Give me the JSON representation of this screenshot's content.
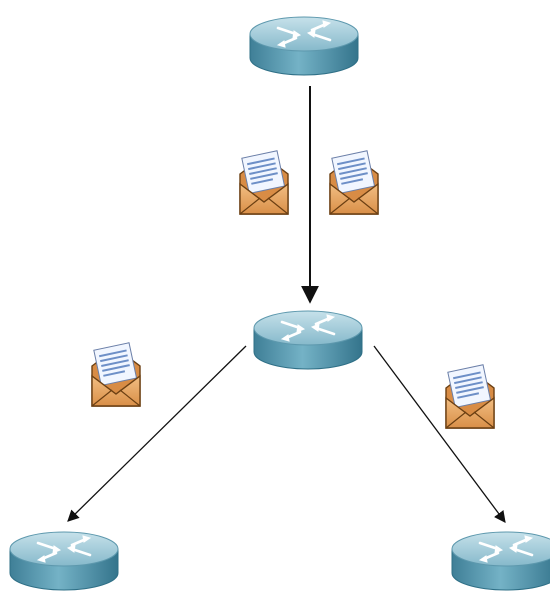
{
  "diagram": {
    "type": "network-packet-flow",
    "background": "#ffffff",
    "colors": {
      "router_top": "#9cc8d6",
      "router_body": "#5a9cb2",
      "router_edge": "#2e6f86",
      "router_symbol": "#ffffff",
      "arrow": "#111111",
      "envelope_body": "#e7a867",
      "envelope_flap": "#f3c586",
      "envelope_outline": "#6b3f12",
      "letter_paper": "#eef5ff",
      "letter_lines": "#6d8fc7"
    },
    "nodes": [
      {
        "id": "router-top",
        "icon": "router-icon"
      },
      {
        "id": "router-middle",
        "icon": "router-icon"
      },
      {
        "id": "router-bottom-left",
        "icon": "router-icon"
      },
      {
        "id": "router-bottom-right",
        "icon": "router-icon"
      }
    ],
    "edges": [
      {
        "from": "router-top",
        "to": "router-middle",
        "packets": 2
      },
      {
        "from": "router-middle",
        "to": "router-bottom-left",
        "packets": 1
      },
      {
        "from": "router-middle",
        "to": "router-bottom-right",
        "packets": 1
      }
    ],
    "packet_icon": "envelope-icon"
  }
}
